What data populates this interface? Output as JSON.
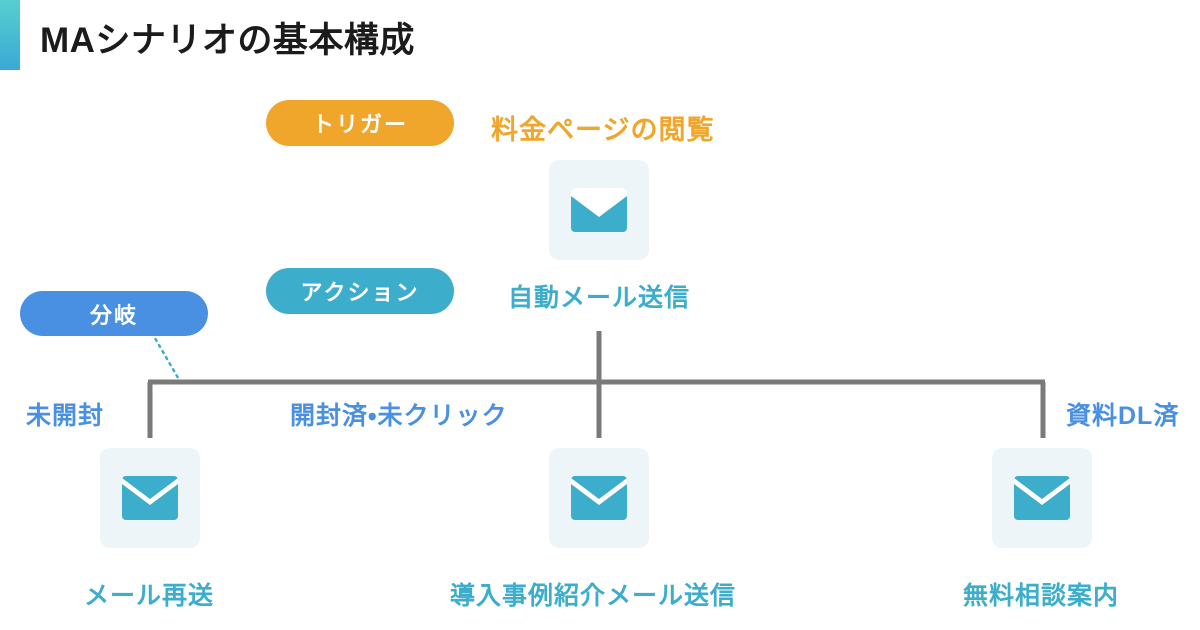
{
  "page": {
    "title": "MAシナリオの基本構成",
    "accent_color_top": "#57cfcf",
    "accent_color_bottom": "#3aa9d6",
    "background": "#ffffff"
  },
  "colors": {
    "trigger": "#F0A52B",
    "action": "#3CADCB",
    "branch": "#4A90E2",
    "connector": "#7A7A7A",
    "tile_bg": "#EDF5F8",
    "title": "#1b1b1b"
  },
  "badges": [
    {
      "key": "trigger",
      "label": "トリガー",
      "color": "#F0A52B"
    },
    {
      "key": "action",
      "label": "アクション",
      "color": "#3CADCB"
    },
    {
      "key": "branch",
      "label": "分岐",
      "color": "#4A90E2"
    }
  ],
  "nodes": {
    "trigger_node": {
      "label": "料金ページの閲覧",
      "icon": "envelope-icon"
    },
    "action_node": {
      "label": "自動メール送信",
      "icon": "envelope-icon"
    },
    "outcomes": [
      {
        "condition": "未開封",
        "label": "メール再送",
        "icon": "envelope-icon"
      },
      {
        "condition": "開封済・未クリック",
        "label": "導入事例紹介メール送信",
        "icon": "envelope-icon"
      },
      {
        "condition": "資料DL済",
        "label": "無料相談案内",
        "icon": "envelope-icon"
      }
    ]
  },
  "chart_data": {
    "type": "diagram",
    "title": "MAシナリオの基本構成",
    "flow": [
      {
        "stage": "トリガー",
        "node": "料金ページの閲覧"
      },
      {
        "stage": "アクション",
        "node": "自動メール送信"
      },
      {
        "stage": "分岐",
        "branches": [
          {
            "condition": "未開封",
            "node": "メール再送"
          },
          {
            "condition": "開封済・未クリック",
            "node": "導入事例紹介メール送信"
          },
          {
            "condition": "資料DL済",
            "node": "無料相談案内"
          }
        ]
      }
    ]
  }
}
